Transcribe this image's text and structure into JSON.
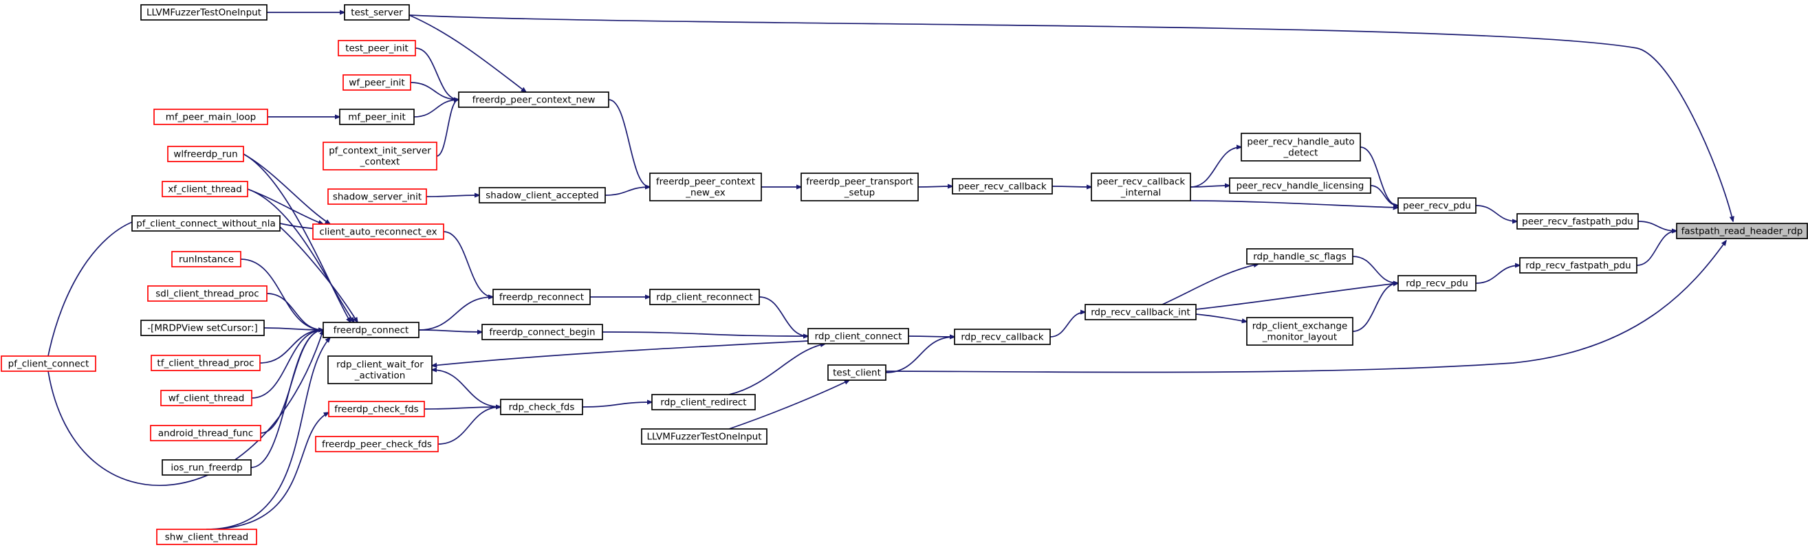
{
  "nodes": {
    "fastpath_read_header_rdp": {
      "lines": [
        "fastpath_read_header_rdp"
      ],
      "style": "root"
    },
    "peer_recv_fastpath_pdu": {
      "lines": [
        "peer_recv_fastpath_pdu"
      ],
      "style": "black"
    },
    "rdp_recv_fastpath_pdu": {
      "lines": [
        "rdp_recv_fastpath_pdu"
      ],
      "style": "black"
    },
    "peer_recv_pdu": {
      "lines": [
        "peer_recv_pdu"
      ],
      "style": "black"
    },
    "rdp_recv_pdu": {
      "lines": [
        "rdp_recv_pdu"
      ],
      "style": "black"
    },
    "peer_recv_handle_auto_detect": {
      "lines": [
        "peer_recv_handle_auto",
        "_detect"
      ],
      "style": "black"
    },
    "peer_recv_handle_licensing": {
      "lines": [
        "peer_recv_handle_licensing"
      ],
      "style": "black"
    },
    "rdp_handle_sc_flags": {
      "lines": [
        "rdp_handle_sc_flags"
      ],
      "style": "black"
    },
    "rdp_client_exchange_monitor_layout": {
      "lines": [
        "rdp_client_exchange",
        "_monitor_layout"
      ],
      "style": "black"
    },
    "peer_recv_callback_internal": {
      "lines": [
        "peer_recv_callback",
        "_internal"
      ],
      "style": "black"
    },
    "rdp_recv_callback_int": {
      "lines": [
        "rdp_recv_callback_int"
      ],
      "style": "black"
    },
    "peer_recv_callback": {
      "lines": [
        "peer_recv_callback"
      ],
      "style": "black"
    },
    "rdp_recv_callback": {
      "lines": [
        "rdp_recv_callback"
      ],
      "style": "black"
    },
    "freerdp_peer_transport_setup": {
      "lines": [
        "freerdp_peer_transport",
        "_setup"
      ],
      "style": "black"
    },
    "freerdp_peer_context_new_ex": {
      "lines": [
        "freerdp_peer_context",
        "_new_ex"
      ],
      "style": "black"
    },
    "rdp_client_connect": {
      "lines": [
        "rdp_client_connect"
      ],
      "style": "black"
    },
    "test_client": {
      "lines": [
        "test_client"
      ],
      "style": "black"
    },
    "LLVMFuzzerTestOneInput_b": {
      "lines": [
        "LLVMFuzzerTestOneInput"
      ],
      "style": "black"
    },
    "rdp_client_reconnect": {
      "lines": [
        "rdp_client_reconnect"
      ],
      "style": "black"
    },
    "rdp_client_redirect": {
      "lines": [
        "rdp_client_redirect"
      ],
      "style": "black"
    },
    "freerdp_peer_context_new": {
      "lines": [
        "freerdp_peer_context_new"
      ],
      "style": "black"
    },
    "shadow_client_accepted": {
      "lines": [
        "shadow_client_accepted"
      ],
      "style": "black"
    },
    "freerdp_reconnect": {
      "lines": [
        "freerdp_reconnect"
      ],
      "style": "black"
    },
    "freerdp_connect_begin": {
      "lines": [
        "freerdp_connect_begin"
      ],
      "style": "black"
    },
    "rdp_check_fds": {
      "lines": [
        "rdp_check_fds"
      ],
      "style": "black"
    },
    "test_server": {
      "lines": [
        "test_server"
      ],
      "style": "black"
    },
    "LLVMFuzzerTestOneInput_a": {
      "lines": [
        "LLVMFuzzerTestOneInput"
      ],
      "style": "black"
    },
    "test_peer_init": {
      "lines": [
        "test_peer_init"
      ],
      "style": "red"
    },
    "wf_peer_init": {
      "lines": [
        "wf_peer_init"
      ],
      "style": "red"
    },
    "mf_peer_init": {
      "lines": [
        "mf_peer_init"
      ],
      "style": "black"
    },
    "mf_peer_main_loop": {
      "lines": [
        "mf_peer_main_loop"
      ],
      "style": "red"
    },
    "pf_context_init_server_context": {
      "lines": [
        "pf_context_init_server",
        "_context"
      ],
      "style": "red"
    },
    "shadow_server_init": {
      "lines": [
        "shadow_server_init"
      ],
      "style": "red"
    },
    "client_auto_reconnect_ex": {
      "lines": [
        "client_auto_reconnect_ex"
      ],
      "style": "red"
    },
    "freerdp_connect": {
      "lines": [
        "freerdp_connect"
      ],
      "style": "black"
    },
    "rdp_client_wait_for_activation": {
      "lines": [
        "rdp_client_wait_for",
        "_activation"
      ],
      "style": "black"
    },
    "freerdp_check_fds": {
      "lines": [
        "freerdp_check_fds"
      ],
      "style": "red"
    },
    "freerdp_peer_check_fds": {
      "lines": [
        "freerdp_peer_check_fds"
      ],
      "style": "red"
    },
    "wlfreerdp_run": {
      "lines": [
        "wlfreerdp_run"
      ],
      "style": "red"
    },
    "xf_client_thread": {
      "lines": [
        "xf_client_thread"
      ],
      "style": "red"
    },
    "pf_client_connect_without_nla": {
      "lines": [
        "pf_client_connect_without_nla"
      ],
      "style": "black"
    },
    "runInstance": {
      "lines": [
        "runInstance"
      ],
      "style": "red"
    },
    "sdl_client_thread_proc": {
      "lines": [
        "sdl_client_thread_proc"
      ],
      "style": "red"
    },
    "MRDPView_setCursor": {
      "lines": [
        "-[MRDPView setCursor:]"
      ],
      "style": "black"
    },
    "tf_client_thread_proc": {
      "lines": [
        "tf_client_thread_proc"
      ],
      "style": "red"
    },
    "wf_client_thread": {
      "lines": [
        "wf_client_thread"
      ],
      "style": "red"
    },
    "android_thread_func": {
      "lines": [
        "android_thread_func"
      ],
      "style": "red"
    },
    "ios_run_freerdp": {
      "lines": [
        "ios_run_freerdp"
      ],
      "style": "black"
    },
    "shw_client_thread": {
      "lines": [
        "shw_client_thread"
      ],
      "style": "red"
    },
    "pf_client_connect": {
      "lines": [
        "pf_client_connect"
      ],
      "style": "red"
    }
  },
  "edges": [
    [
      "peer_recv_fastpath_pdu",
      "fastpath_read_header_rdp"
    ],
    [
      "rdp_recv_fastpath_pdu",
      "fastpath_read_header_rdp"
    ],
    [
      "test_server",
      "fastpath_read_header_rdp"
    ],
    [
      "test_client",
      "fastpath_read_header_rdp"
    ],
    [
      "peer_recv_pdu",
      "peer_recv_fastpath_pdu"
    ],
    [
      "rdp_recv_pdu",
      "rdp_recv_fastpath_pdu"
    ],
    [
      "peer_recv_handle_auto_detect",
      "peer_recv_pdu"
    ],
    [
      "peer_recv_handle_licensing",
      "peer_recv_pdu"
    ],
    [
      "peer_recv_callback_internal",
      "peer_recv_pdu"
    ],
    [
      "rdp_handle_sc_flags",
      "rdp_recv_pdu"
    ],
    [
      "rdp_recv_callback_int",
      "rdp_recv_pdu"
    ],
    [
      "rdp_client_exchange_monitor_layout",
      "rdp_recv_pdu"
    ],
    [
      "peer_recv_callback_internal",
      "peer_recv_handle_auto_detect"
    ],
    [
      "peer_recv_callback_internal",
      "peer_recv_handle_licensing"
    ],
    [
      "rdp_recv_callback_int",
      "rdp_handle_sc_flags"
    ],
    [
      "rdp_recv_callback_int",
      "rdp_client_exchange_monitor_layout"
    ],
    [
      "peer_recv_callback",
      "peer_recv_callback_internal"
    ],
    [
      "rdp_recv_callback",
      "rdp_recv_callback_int"
    ],
    [
      "freerdp_peer_transport_setup",
      "peer_recv_callback"
    ],
    [
      "rdp_client_connect",
      "rdp_recv_callback"
    ],
    [
      "test_client",
      "rdp_recv_callback"
    ],
    [
      "freerdp_peer_context_new_ex",
      "freerdp_peer_transport_setup"
    ],
    [
      "freerdp_peer_context_new",
      "freerdp_peer_context_new_ex"
    ],
    [
      "shadow_client_accepted",
      "freerdp_peer_context_new_ex"
    ],
    [
      "rdp_client_reconnect",
      "rdp_client_connect"
    ],
    [
      "freerdp_connect_begin",
      "rdp_client_connect"
    ],
    [
      "rdp_client_redirect",
      "rdp_client_connect"
    ],
    [
      "rdp_client_connect",
      "rdp_client_wait_for_activation"
    ],
    [
      "LLVMFuzzerTestOneInput_b",
      "test_client"
    ],
    [
      "freerdp_reconnect",
      "rdp_client_reconnect"
    ],
    [
      "rdp_check_fds",
      "rdp_client_redirect"
    ],
    [
      "test_server",
      "freerdp_peer_context_new"
    ],
    [
      "test_peer_init",
      "freerdp_peer_context_new"
    ],
    [
      "wf_peer_init",
      "freerdp_peer_context_new"
    ],
    [
      "mf_peer_init",
      "freerdp_peer_context_new"
    ],
    [
      "pf_context_init_server_context",
      "freerdp_peer_context_new"
    ],
    [
      "shadow_server_init",
      "shadow_client_accepted"
    ],
    [
      "client_auto_reconnect_ex",
      "freerdp_reconnect"
    ],
    [
      "freerdp_connect",
      "freerdp_reconnect"
    ],
    [
      "freerdp_connect",
      "freerdp_connect_begin"
    ],
    [
      "rdp_check_fds",
      "rdp_client_wait_for_activation"
    ],
    [
      "freerdp_check_fds",
      "rdp_check_fds"
    ],
    [
      "freerdp_peer_check_fds",
      "rdp_check_fds"
    ],
    [
      "LLVMFuzzerTestOneInput_a",
      "test_server"
    ],
    [
      "mf_peer_main_loop",
      "mf_peer_init"
    ],
    [
      "wlfreerdp_run",
      "client_auto_reconnect_ex"
    ],
    [
      "xf_client_thread",
      "client_auto_reconnect_ex"
    ],
    [
      "pf_client_connect_without_nla",
      "client_auto_reconnect_ex"
    ],
    [
      "wlfreerdp_run",
      "freerdp_connect"
    ],
    [
      "xf_client_thread",
      "freerdp_connect"
    ],
    [
      "pf_client_connect_without_nla",
      "freerdp_connect"
    ],
    [
      "runInstance",
      "freerdp_connect"
    ],
    [
      "sdl_client_thread_proc",
      "freerdp_connect"
    ],
    [
      "MRDPView_setCursor",
      "freerdp_connect"
    ],
    [
      "tf_client_thread_proc",
      "freerdp_connect"
    ],
    [
      "wf_client_thread",
      "freerdp_connect"
    ],
    [
      "android_thread_func",
      "freerdp_connect"
    ],
    [
      "ios_run_freerdp",
      "freerdp_connect"
    ],
    [
      "shw_client_thread",
      "freerdp_connect"
    ],
    [
      "pf_client_connect",
      "freerdp_connect"
    ],
    [
      "pf_client_connect",
      "pf_client_connect_without_nla"
    ],
    [
      "shw_client_thread",
      "freerdp_check_fds"
    ]
  ]
}
